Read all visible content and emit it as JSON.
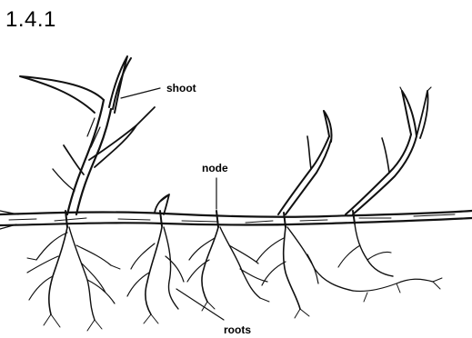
{
  "figure": {
    "number": "1.4.1",
    "labels": {
      "shoot": "shoot",
      "node": "node",
      "roots": "roots"
    },
    "ink_color": "#111111",
    "background": "#ffffff"
  }
}
